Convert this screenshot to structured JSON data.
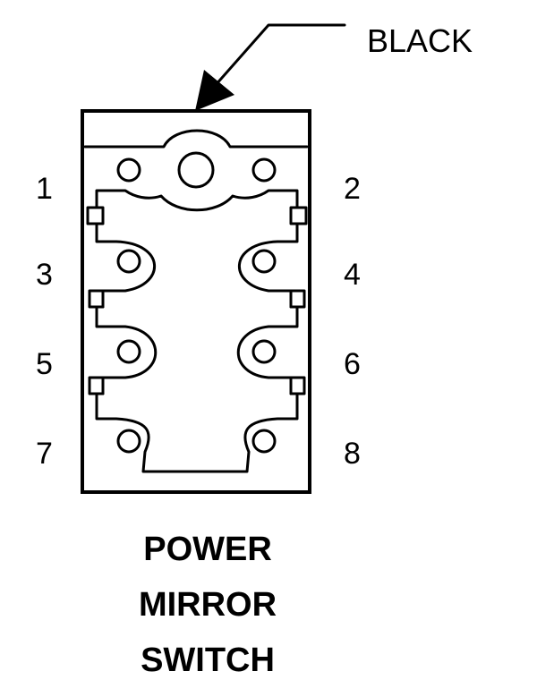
{
  "callout": {
    "label": "BLACK"
  },
  "pins": {
    "p1": "1",
    "p2": "2",
    "p3": "3",
    "p4": "4",
    "p5": "5",
    "p6": "6",
    "p7": "7",
    "p8": "8"
  },
  "title": {
    "line1": "POWER",
    "line2": "MIRROR",
    "line3": "SWITCH"
  },
  "colors": {
    "ink": "#000000",
    "background": "#ffffff"
  }
}
